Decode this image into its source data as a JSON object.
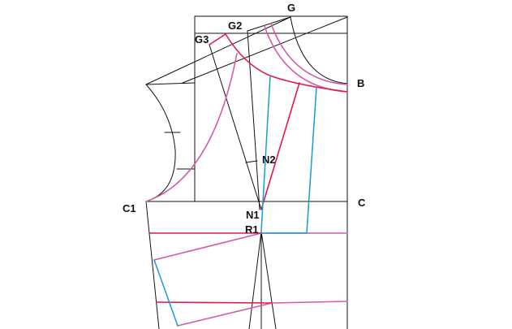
{
  "labels": {
    "G": "G",
    "G2": "G2",
    "G3": "G3",
    "B": "B",
    "N2": "N2",
    "C1": "C1",
    "C": "C",
    "N1": "N1",
    "R1": "R1"
  },
  "colors": {
    "construction": "#111111",
    "red": "#e8174a",
    "magenta": "#d45aa8",
    "blue": "#1a9ad6"
  }
}
